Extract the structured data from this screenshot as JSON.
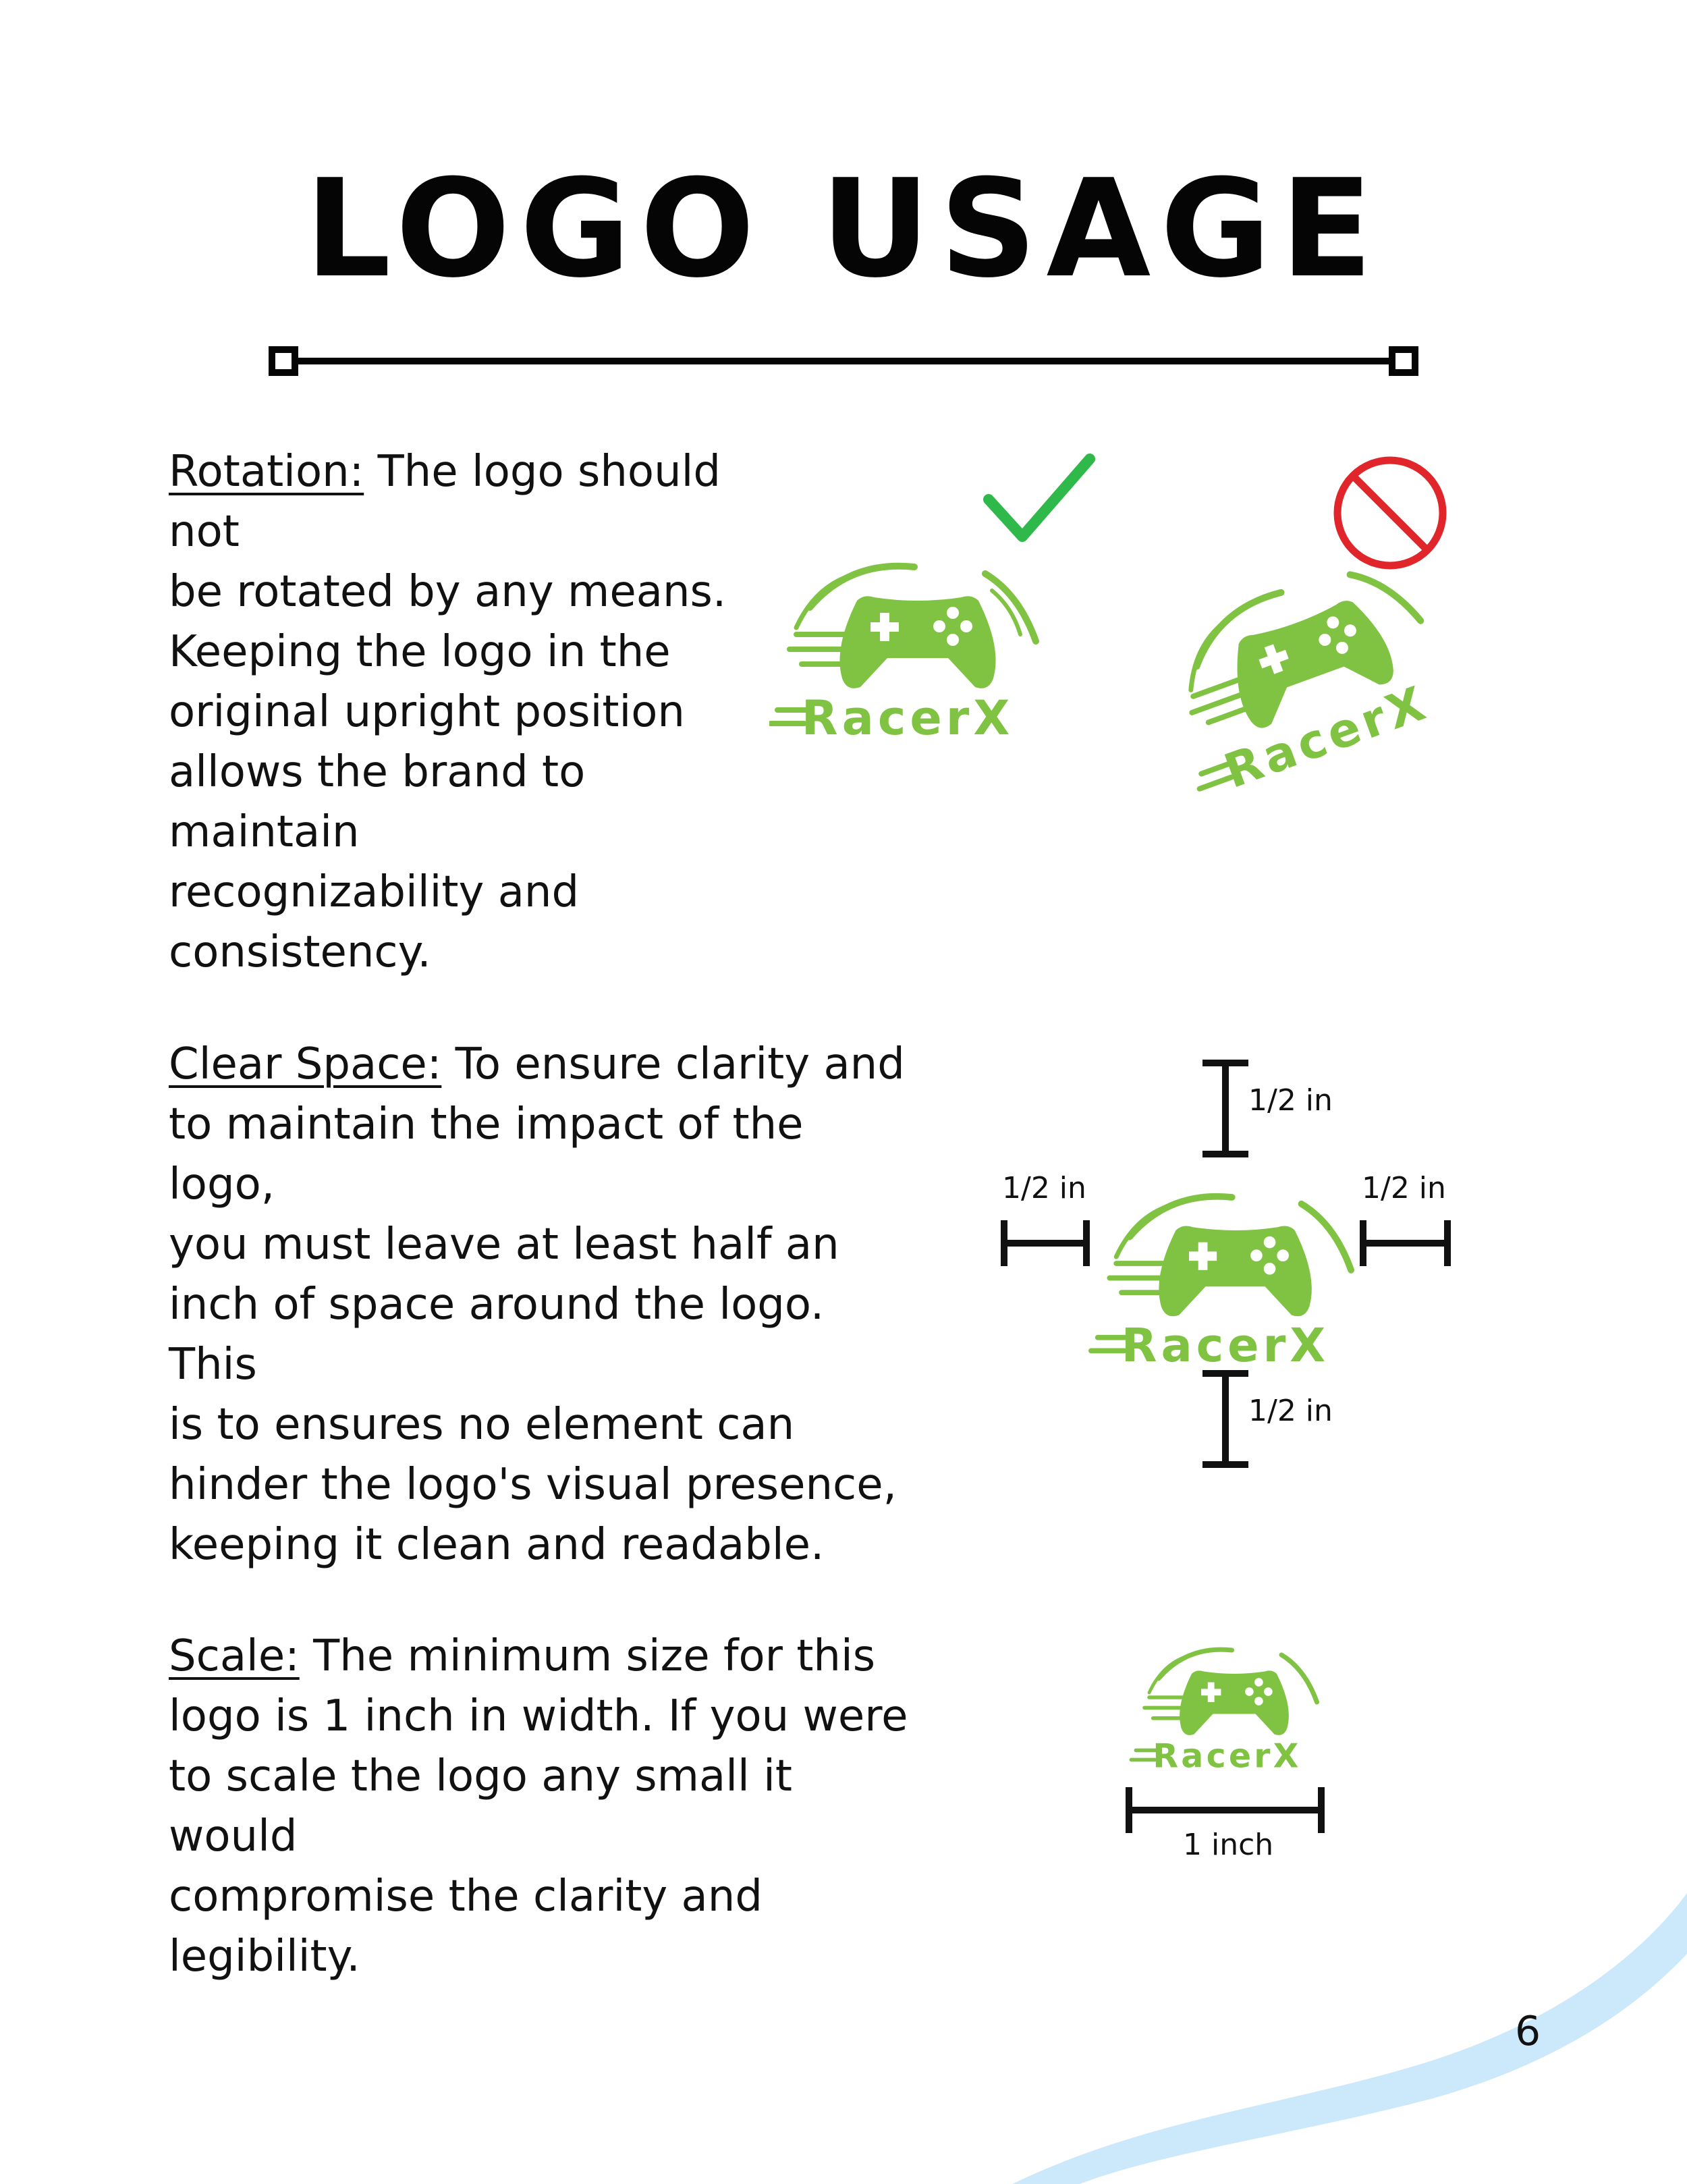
{
  "page": {
    "title": "LOGO USAGE",
    "page_number": "6"
  },
  "colors": {
    "logo_green": "#80c343",
    "check_green": "#2fb94a",
    "prohibit_red": "#e0262b",
    "swoosh_blue": "#cce8fb",
    "text": "#111111"
  },
  "logo": {
    "wordmark": "RacerX",
    "icon": "gamepad-icon"
  },
  "rotation": {
    "label": "Rotation:",
    "lines": [
      " The logo should not",
      "be rotated by any means.",
      "Keeping the logo in the",
      "original upright position",
      "allows the brand to maintain",
      "recognizability and",
      "consistency."
    ],
    "correct_icon": "checkmark-icon",
    "incorrect_icon": "prohibited-icon",
    "incorrect_rotation_deg": -20
  },
  "clear_space": {
    "label": "Clear Space:",
    "lines": [
      " To ensure clarity and",
      "to maintain the impact of the logo,",
      "you must leave at least half an",
      "inch of space around the logo. This",
      "is to ensures no element can",
      "hinder the logo's visual presence,",
      "keeping it clean and readable."
    ],
    "top_label": "1/2 in",
    "left_label": "1/2 in",
    "right_label": "1/2 in",
    "bottom_label": "1/2 in"
  },
  "scale": {
    "label": "Scale:",
    "lines": [
      " The minimum size for this",
      "logo is 1 inch in width. If you were",
      "to scale the logo any small it would",
      "compromise the clarity and",
      "legibility."
    ],
    "width_label": "1 inch"
  }
}
